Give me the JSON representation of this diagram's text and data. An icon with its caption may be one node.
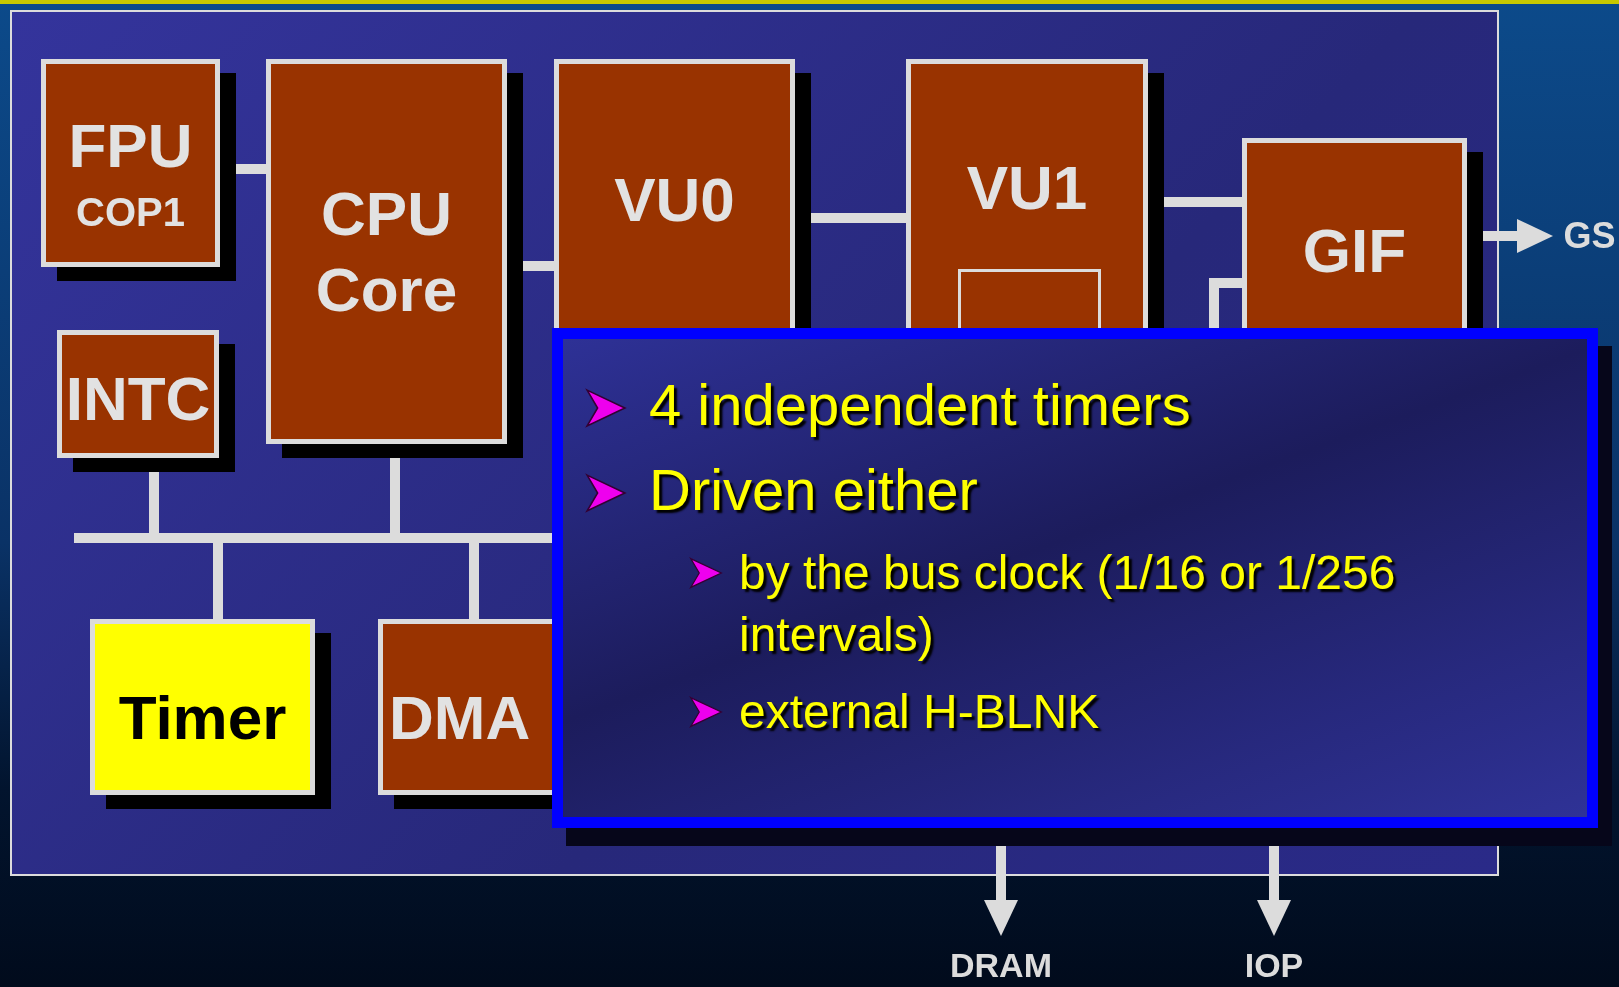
{
  "diagram": {
    "nodes": [
      {
        "text": [],
        "shape": "box"
      },
      {
        "text": [
          "FPU",
          "COP1"
        ],
        "in": 0
      },
      {
        "text": [
          "CPU Core"
        ],
        "in": 0
      },
      {
        "text": [
          "VU0"
        ],
        "in": 0
      },
      {
        "text": [
          "VU1"
        ],
        "in": 0
      },
      {
        "text": [],
        "shape": "box",
        "in": 4
      },
      {
        "text": [
          "GIF"
        ],
        "in": 0
      },
      {
        "text": [
          "GS"
        ]
      },
      {
        "text": [
          "INTC"
        ],
        "in": 0
      },
      {
        "text": [],
        "shape": "bar",
        "in": 0
      },
      {
        "text": [
          "Timer"
        ],
        "in": 0
      },
      {
        "text": [
          "DMA"
        ],
        "in": 0
      },
      {
        "text": [
          "4 independent timers",
          "Driven either",
          "by the bus clock (1/16 or 1/256 intervals)",
          "external H-BLNK"
        ]
      },
      {
        "text": [
          "DRAM"
        ]
      },
      {
        "text": [
          "IOP"
        ]
      }
    ],
    "edges": [
      {
        "from": 1,
        "to": 2,
        "arrow": "none"
      },
      {
        "from": 2,
        "to": 3,
        "arrow": "none"
      },
      {
        "from": 3,
        "to": 4,
        "arrow": "none"
      },
      {
        "from": 4,
        "to": 6,
        "arrow": "none"
      },
      {
        "from": 6,
        "to": 7,
        "arrow": "to"
      },
      {
        "from": 8,
        "to": 9,
        "arrow": "none"
      },
      {
        "from": 2,
        "to": 9,
        "arrow": "none"
      },
      {
        "from": 9,
        "to": 10,
        "arrow": "none"
      },
      {
        "from": 9,
        "to": 11,
        "arrow": "none"
      },
      {
        "from": 6,
        "to": 12,
        "arrow": "none"
      },
      {
        "from": 12,
        "to": 13,
        "arrow": "to"
      },
      {
        "from": 12,
        "to": 14,
        "arrow": "to"
      }
    ]
  }
}
